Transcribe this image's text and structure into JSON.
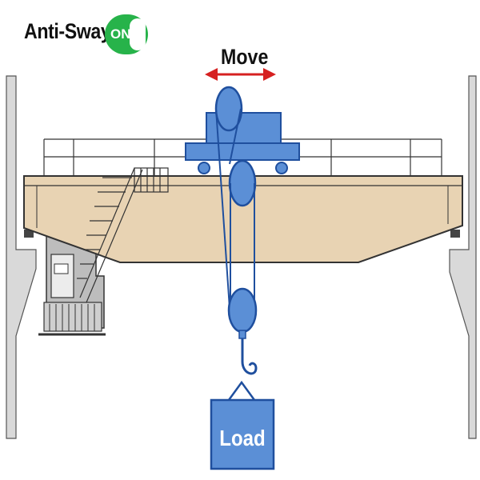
{
  "anti_sway": {
    "label": "Anti-Sway",
    "state": "ON",
    "on": true
  },
  "motion": {
    "label": "Move",
    "direction": "left-right"
  },
  "load": {
    "label": "Load"
  },
  "colors": {
    "toggle_on": "#27b34a",
    "girder": "#e8d3b3",
    "hoist_blue": "#5b8fd6",
    "hoist_outline": "#1f4f9e",
    "arrow_red": "#d62020",
    "building_gray": "#d9d9d9"
  }
}
